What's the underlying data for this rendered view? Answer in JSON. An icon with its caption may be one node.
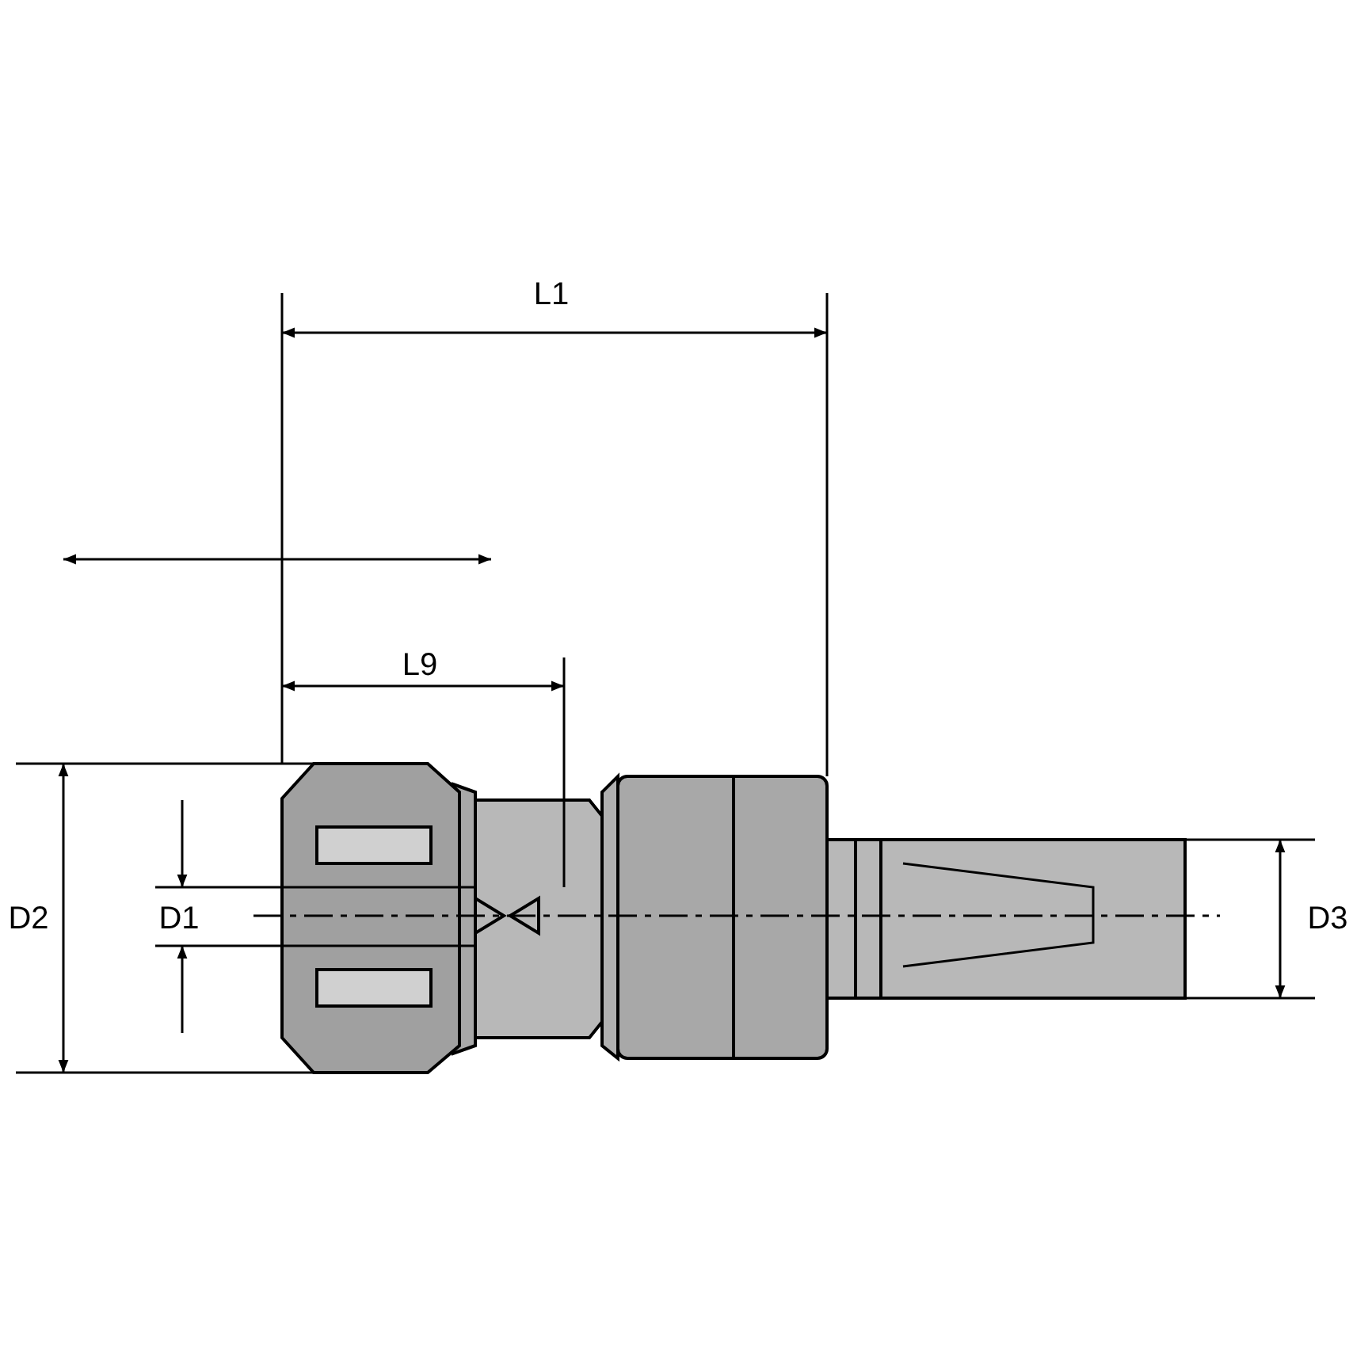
{
  "diagram": {
    "labels": [
      "L1",
      "L9",
      "D2",
      "D1",
      "D3"
    ]
  }
}
